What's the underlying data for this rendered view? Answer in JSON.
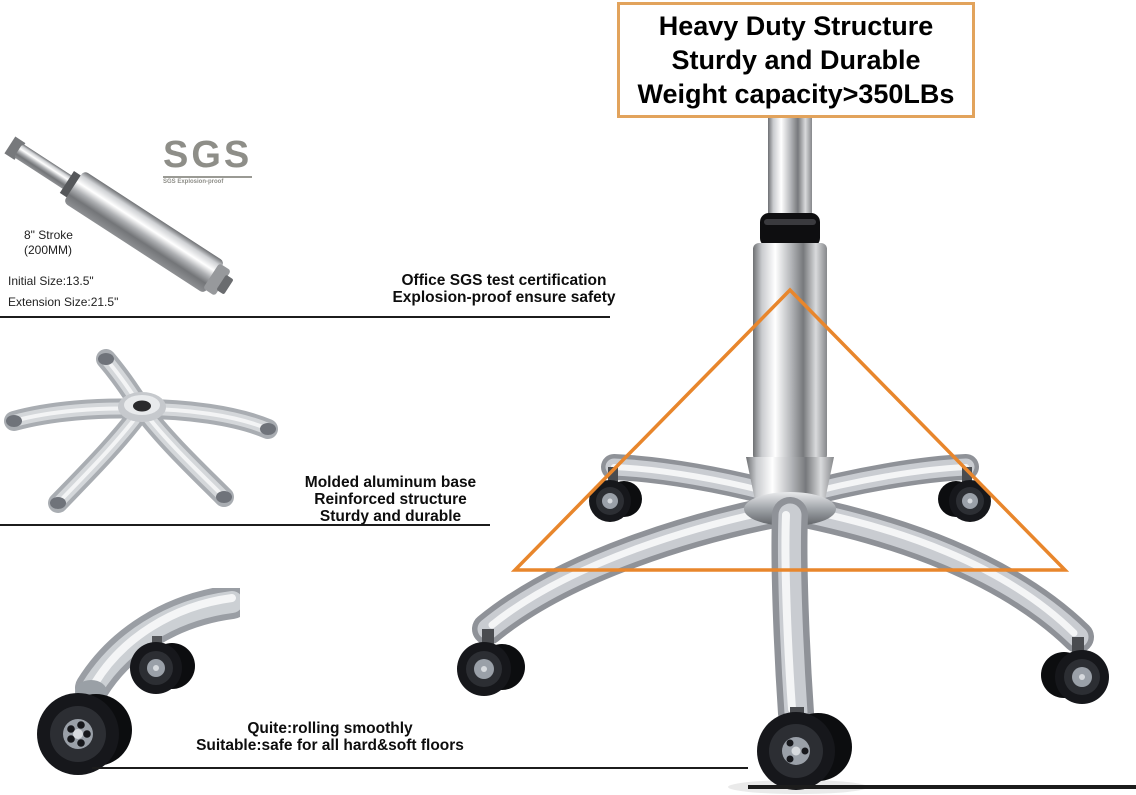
{
  "title_box": {
    "line1": "Heavy Duty Structure",
    "line2": "Sturdy and Durable",
    "line3": "Weight capacity>350LBs"
  },
  "gas_lift": {
    "sgs_logo": "SGS",
    "sgs_caption": "SGS Explosion-proof",
    "stroke_line1": "8\" Stroke",
    "stroke_line2": "(200MM)",
    "initial_size": "Initial Size:13.5\"",
    "extension_size": "Extension Size:21.5\""
  },
  "callouts": {
    "certification": {
      "line1": "Office SGS test certification",
      "line2": "Explosion-proof ensure safety"
    },
    "aluminum_base": {
      "line1": "Molded aluminum base",
      "line2": "Reinforced structure",
      "line3": "Sturdy and durable"
    },
    "casters": {
      "line1": "Quite:rolling smoothly",
      "line2": "Suitable:safe for all hard&soft floors"
    }
  },
  "colors": {
    "accent_orange": "#E8862C",
    "title_border": "#E2A35C",
    "text": "#0D0D0D",
    "divider": "#1C1C1C"
  }
}
